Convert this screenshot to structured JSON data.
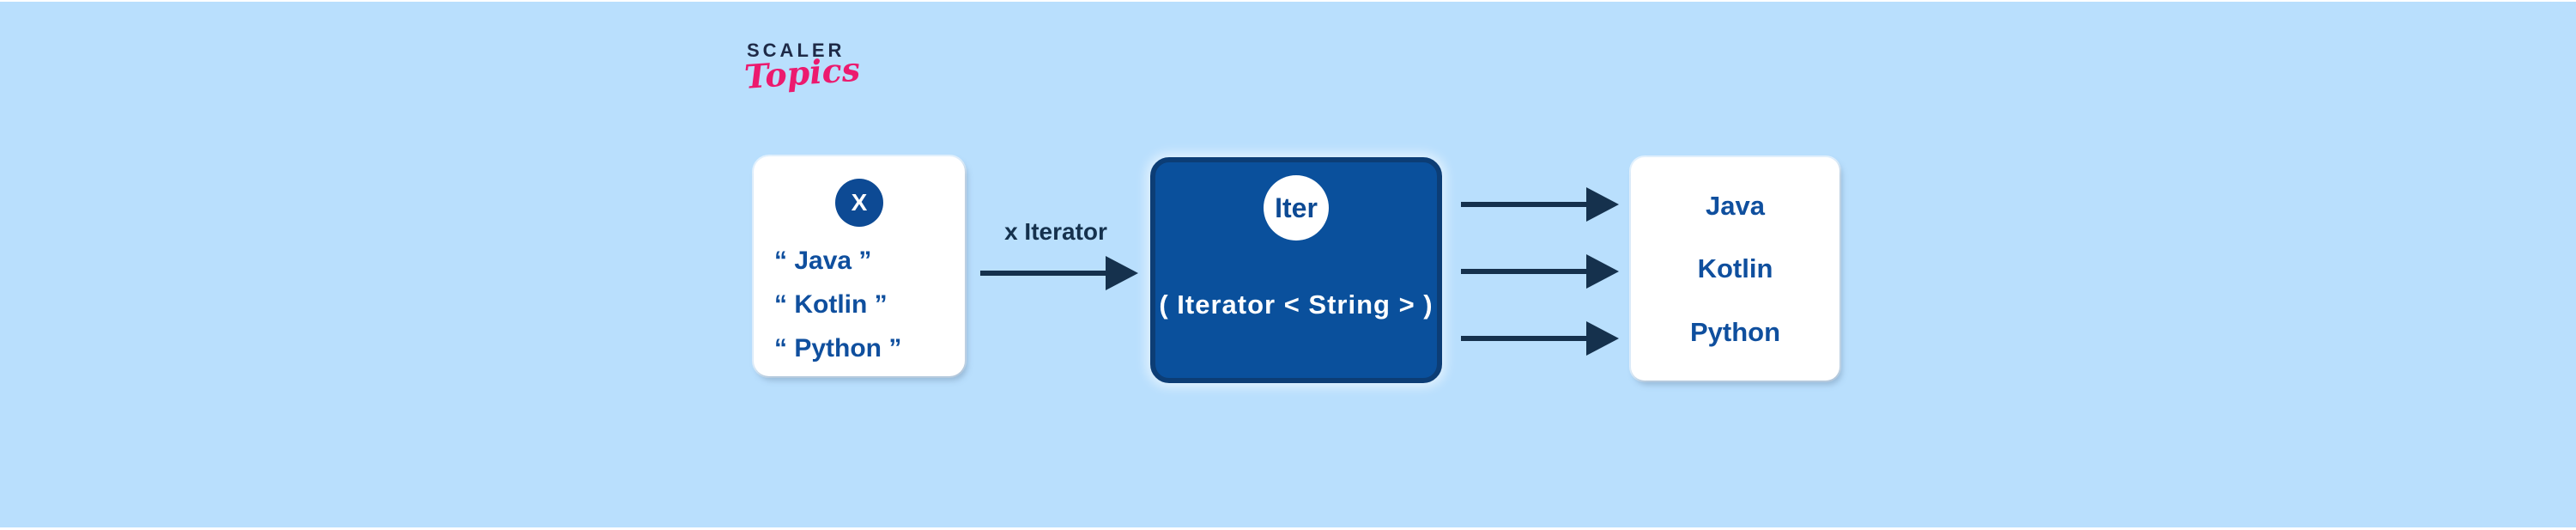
{
  "logo": {
    "brand": "SCALER",
    "script": "Topics"
  },
  "input_box": {
    "badge": "X",
    "items": [
      "“ Java ”",
      "“ Kotlin ”",
      "“ Python ”"
    ]
  },
  "flow": {
    "arrow_label": "x Iterator"
  },
  "iterator_box": {
    "badge": "Iter",
    "signature": "( Iterator < String > )"
  },
  "output_box": {
    "items": [
      "Java",
      "Kotlin",
      "Python"
    ]
  },
  "colors": {
    "background": "#b9dffd",
    "panel": "#ffffff",
    "iterator_fill": "#0a509c",
    "iterator_border": "#0c3d75",
    "arrow": "#15314d",
    "text_blue": "#0f4f9e",
    "badge_fill": "#0d4a94",
    "logo_navy": "#1e2a47",
    "logo_pink": "#ec1a6e"
  }
}
